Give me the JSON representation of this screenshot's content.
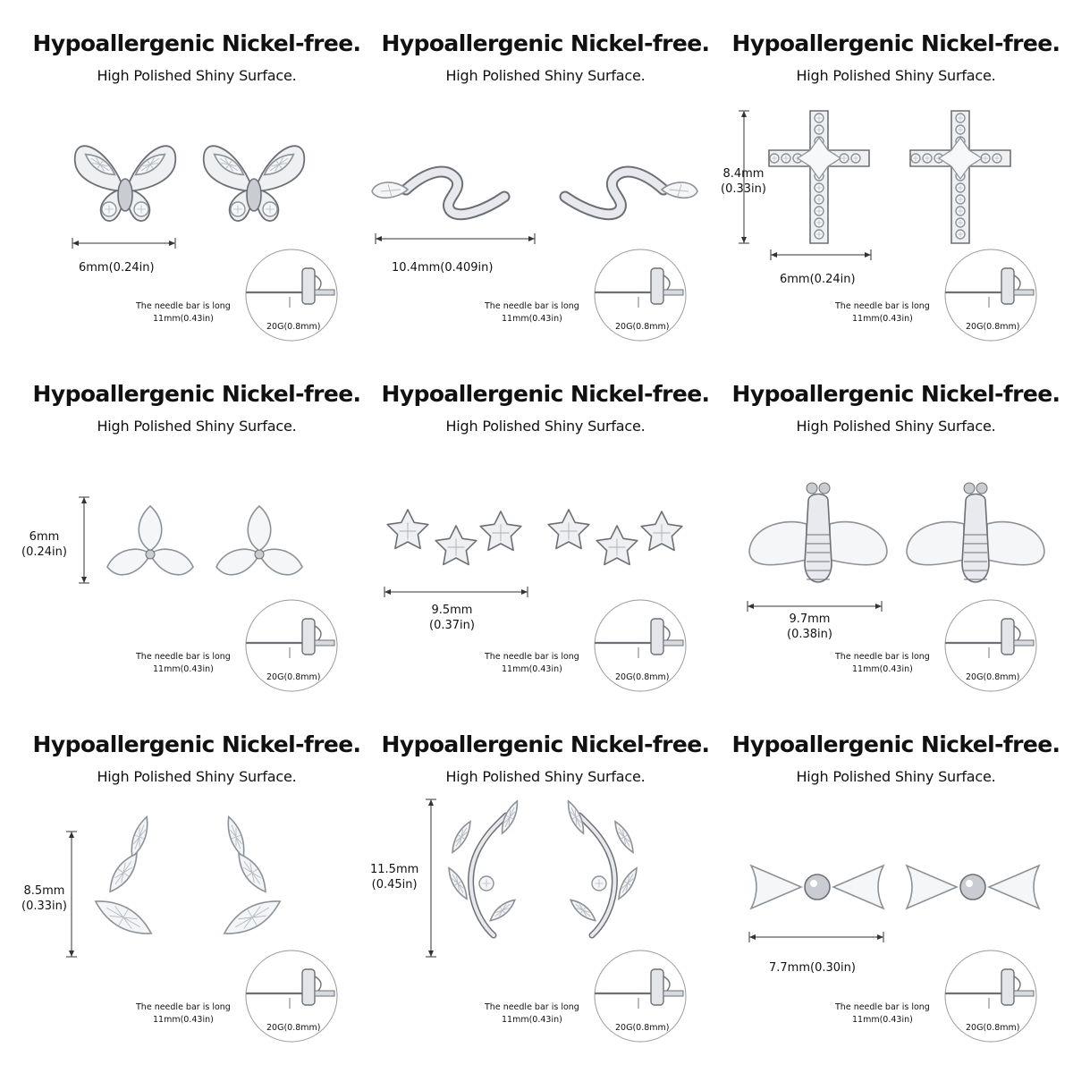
{
  "common": {
    "title": "Hypoallergenic Nickel-free.",
    "subtitle": "High Polished Shiny Surface.",
    "needle_line1": "The needle bar is long",
    "needle_line2": "11mm(0.43in)",
    "gauge": "20G(0.8mm)"
  },
  "panels": [
    {
      "name": "butterfly",
      "dim_h": "6mm(0.24in)",
      "dim_v": ""
    },
    {
      "name": "snake",
      "dim_h": "10.4mm(0.409in)",
      "dim_v": ""
    },
    {
      "name": "cross",
      "dim_h": "6mm(0.24in)",
      "dim_v": "8.4mm\n(0.33in)"
    },
    {
      "name": "trillion",
      "dim_h": "",
      "dim_v": "6mm\n(0.24in)"
    },
    {
      "name": "stars",
      "dim_h": "9.5mm\n(0.37in)",
      "dim_v": ""
    },
    {
      "name": "bee",
      "dim_h": "9.7mm\n(0.38in)",
      "dim_v": ""
    },
    {
      "name": "leaf",
      "dim_h": "",
      "dim_v": "8.5mm\n(0.33in)"
    },
    {
      "name": "vine",
      "dim_h": "",
      "dim_v": "11.5mm\n(0.45in)"
    },
    {
      "name": "bow",
      "dim_h": "7.7mm(0.30in)",
      "dim_v": ""
    }
  ],
  "colors": {
    "metal": "#c9ccd0",
    "metal_dark": "#6c7076",
    "gem_edge": "#8d9298",
    "line": "#333333",
    "circle": "#9a9a9a"
  }
}
